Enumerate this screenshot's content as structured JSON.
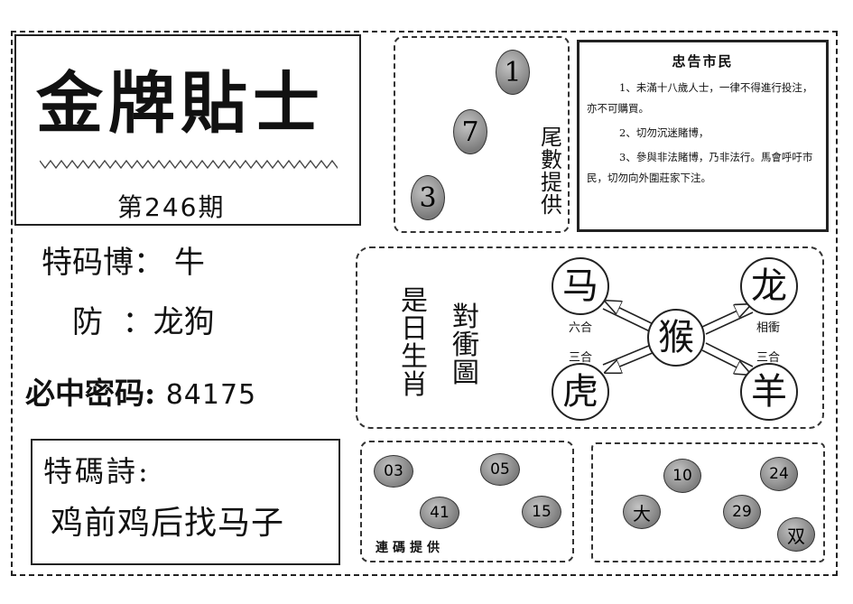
{
  "title": "金牌貼士",
  "issue": {
    "prefix": "第",
    "number": "246",
    "suffix": "期"
  },
  "tail": {
    "label": "尾數提供",
    "numbers": [
      "1",
      "7",
      "3"
    ]
  },
  "notice": {
    "heading": "忠告市民",
    "items": [
      "1、未滿十八歲人士，一律不得進行投注，亦不可購買。",
      "2、切勿沉迷賭博，",
      "3、參與非法賭博，乃非法行。馬會呼吁市民，切勿向外圍莊家下注。"
    ]
  },
  "special": {
    "label": "特码博：",
    "value": "牛"
  },
  "guard": {
    "label": "防",
    "sep": "：",
    "value": "龙狗"
  },
  "secret": {
    "label": "必中密码:",
    "value": "84175"
  },
  "poem": {
    "label": "特碼詩:",
    "text": "鸡前鸡后找马子"
  },
  "zodiac": {
    "left_vertical": "是日生肖",
    "right_vertical": "對衝圖",
    "center": "猴",
    "top_left": "马",
    "top_right": "龙",
    "bottom_left": "虎",
    "bottom_right": "羊",
    "rel_top_left": "六合",
    "rel_bottom_left": "三合",
    "rel_top_right": "相衝",
    "rel_bottom_right": "三合"
  },
  "serial": {
    "label": "連碼提供",
    "numbers": [
      "03",
      "05",
      "41",
      "15"
    ]
  },
  "bigsmall": {
    "numbers": [
      "10",
      "24",
      "29"
    ],
    "big": "大",
    "even": "双"
  }
}
